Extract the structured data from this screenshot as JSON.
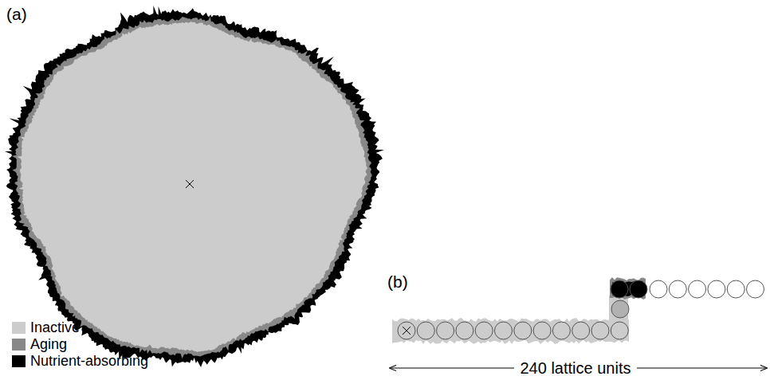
{
  "diagram": {
    "labels": [
      "(a)",
      "(b)",
      "240 lattice units"
    ],
    "legend": [
      {
        "text": "Inactive",
        "color": "#cccccc"
      },
      {
        "text": "Aging",
        "color": "#888888"
      },
      {
        "text": "Nutrient-absorbing",
        "color": "#000000"
      }
    ]
  }
}
